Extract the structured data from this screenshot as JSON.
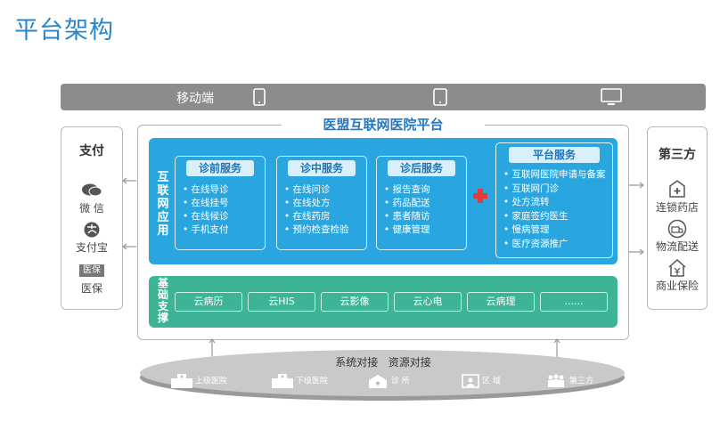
{
  "page_title": "平台架构",
  "mobile": {
    "label": "移动端",
    "icons": [
      "phone-icon",
      "tablet-icon",
      "monitor-icon"
    ]
  },
  "left_panel": {
    "title": "支付",
    "items": [
      {
        "label": "微 信",
        "icon": "wechat-icon"
      },
      {
        "label": "支付宝",
        "icon": "alipay-icon"
      },
      {
        "label": "医保",
        "badge": "医保",
        "icon": "medical-insurance-icon"
      }
    ]
  },
  "right_panel": {
    "title": "第三方",
    "items": [
      {
        "label": "连锁药店",
        "icon": "pharmacy-icon"
      },
      {
        "label": "物流配送",
        "icon": "delivery-icon"
      },
      {
        "label": "商业保险",
        "icon": "insurance-icon"
      }
    ]
  },
  "platform": {
    "title": "医盟互联网医院平台",
    "apps_label": "互联网应用",
    "cards": [
      {
        "title": "诊前服务",
        "items": [
          "在线导诊",
          "在线挂号",
          "在线候诊",
          "手机支付"
        ]
      },
      {
        "title": "诊中服务",
        "items": [
          "在线问诊",
          "在线处方",
          "在线药房",
          "预约检查检验"
        ]
      },
      {
        "title": "诊后服务",
        "items": [
          "报告查询",
          "药品配送",
          "患者随访",
          "健康管理"
        ]
      },
      {
        "title": "平台服务",
        "items": [
          "互联网医院申请与备案",
          "互联网门诊",
          "处方流转",
          "家庭签约医生",
          "慢病管理",
          "医疗资源推广"
        ]
      }
    ],
    "base_label": "基础支撑",
    "base_items": [
      "云病历",
      "云HIS",
      "云影像",
      "云心电",
      "云病理",
      "......"
    ]
  },
  "bottom": {
    "title": "系统对接   资源对接",
    "items": [
      "上级医院",
      "下级医院",
      "诊 所",
      "区 域",
      "第三方"
    ]
  },
  "colors": {
    "title": "#2a86c8",
    "apps": "#29a6e0",
    "base": "#3cb495",
    "accent": "#e43a3a",
    "mobile_bar": "#8c8c8c"
  }
}
